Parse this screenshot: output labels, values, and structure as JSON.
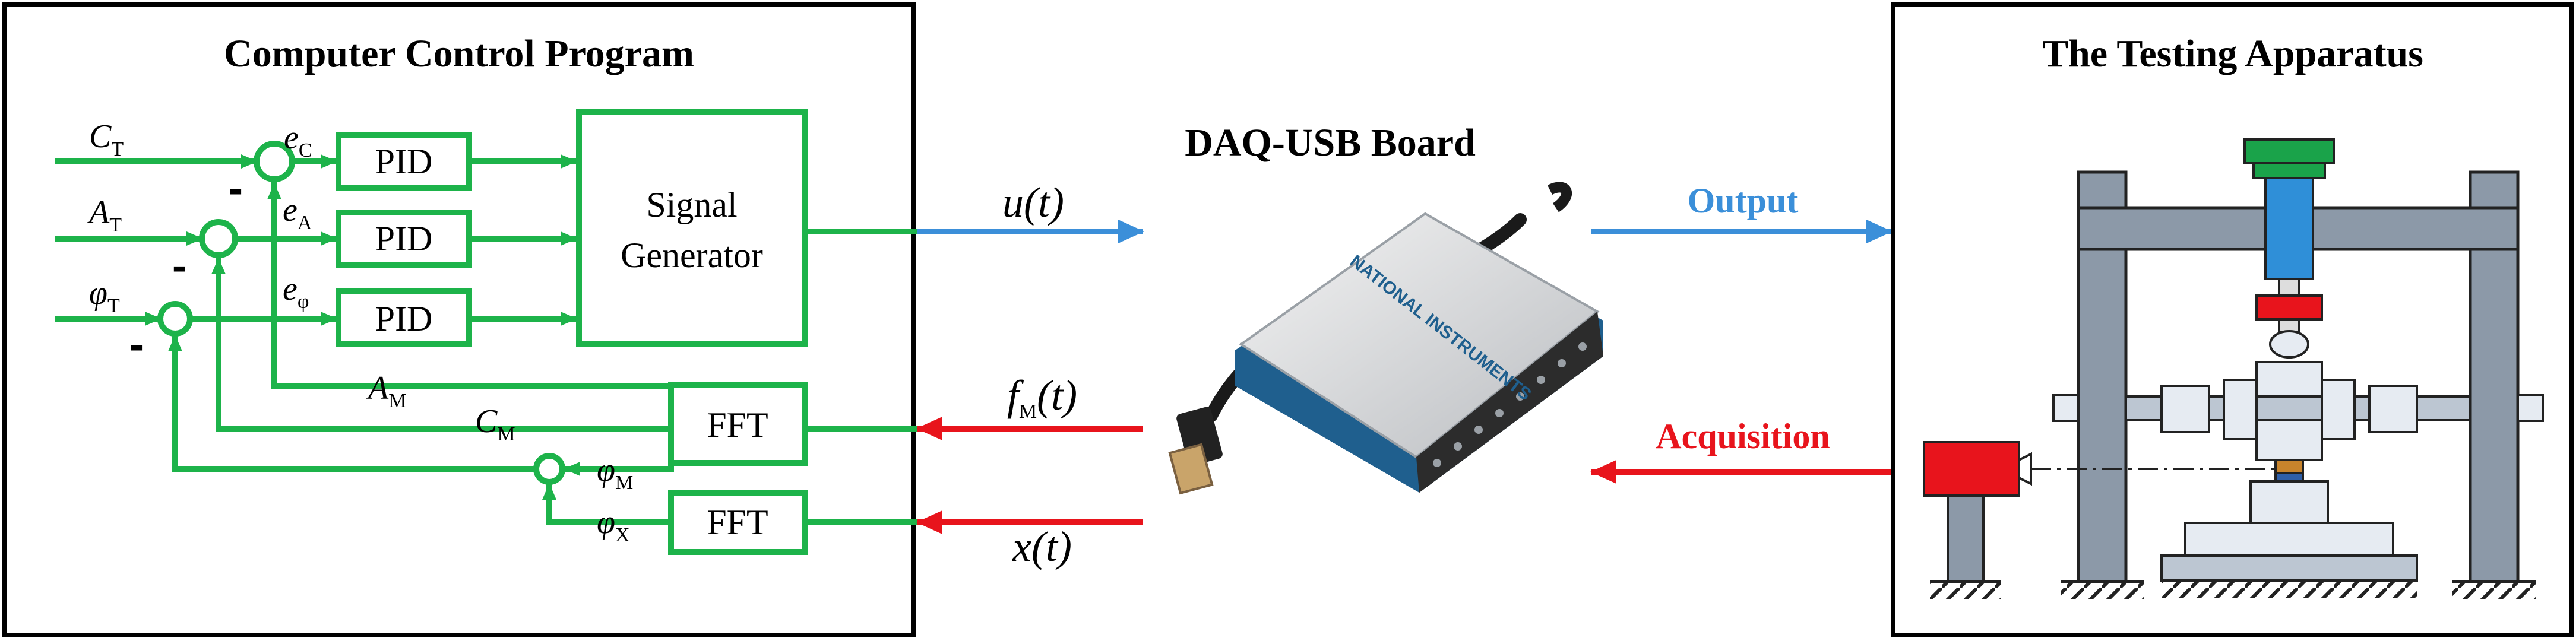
{
  "left_panel": {
    "title": "Computer Control Program",
    "inputs": [
      "C",
      "A",
      "φ"
    ],
    "input_subscript": "T",
    "errors": [
      {
        "sym": "e",
        "sub": "C"
      },
      {
        "sym": "e",
        "sub": "A"
      },
      {
        "sym": "e",
        "sub": "φ"
      }
    ],
    "pid_label": "PID",
    "signal_generator_label_1": "Signal",
    "signal_generator_label_2": "Generator",
    "fft_label": "FFT",
    "minus_sign": "-",
    "feedback": [
      {
        "sym": "A",
        "sub": "M"
      },
      {
        "sym": "C",
        "sub": "M"
      },
      {
        "sym": "φ",
        "sub": "M"
      },
      {
        "sym": "φ",
        "sub": "X"
      }
    ]
  },
  "middle": {
    "board_title": "DAQ-USB Board",
    "u_signal": "u(t)",
    "f_signal_sym": "f",
    "f_signal_sub": "M",
    "f_signal_arg": "(t)",
    "x_signal": "x(t)",
    "device_brand": "NATIONAL INSTRUMENTS"
  },
  "right_panel": {
    "title": "The Testing Apparatus",
    "output_label": "Output",
    "acquisition_label": "Acquisition"
  },
  "colors": {
    "green": "#1db34a",
    "blue": "#3b8fd9",
    "red": "#e8141c"
  }
}
